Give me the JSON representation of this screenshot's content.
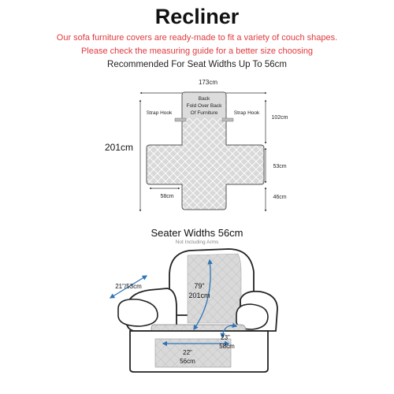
{
  "title": "Recliner",
  "subtitle_lines": [
    "Our sofa furniture covers are ready-made to fit a variety of couch shapes.",
    "Please check the measuring guide for a better size choosing"
  ],
  "recommendation": "Recommended For Seat Widths Up To 56cm",
  "flat_diagram": {
    "width_label": "173cm",
    "height_label": "201cm",
    "back_label": [
      "Back",
      "Fold Over Back",
      "Of Furniture"
    ],
    "strap_hook_left": "Strap Hook",
    "strap_hook_right": "Strap Hook",
    "right_dims": [
      "102cm",
      "53cm",
      "46cm"
    ],
    "arm_label": "58cm"
  },
  "seater": {
    "title": "Seater Widths 56cm",
    "subtitle": "Not Including Arms",
    "arm_dim": "21\"/53cm",
    "length_dim": [
      "79\"",
      "201cm"
    ],
    "side_dim": [
      "23\"",
      "58cm"
    ],
    "seat_dim": [
      "22\"",
      "56cm"
    ]
  },
  "colors": {
    "title": "#111111",
    "subtitle": "#e0393e",
    "arrow": "#2f74b5",
    "cover_fill": "#d9d9d9",
    "outline": "#222222"
  }
}
